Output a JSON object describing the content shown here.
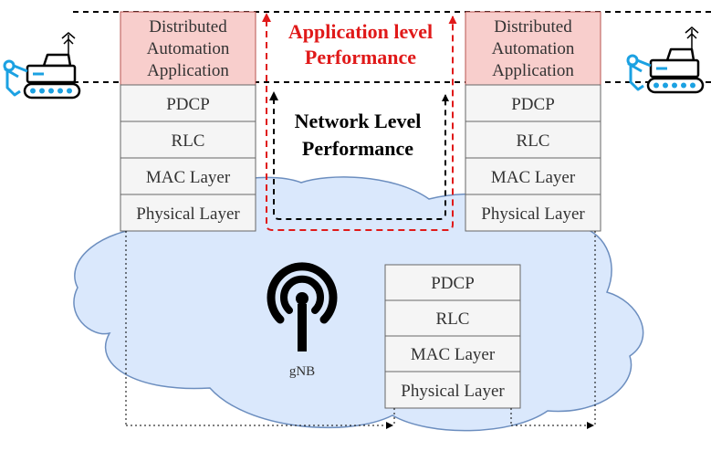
{
  "left_stack": {
    "app_lines": [
      "Distributed",
      "Automation",
      "Application"
    ],
    "layers": [
      "PDCP",
      "RLC",
      "MAC Layer",
      "Physical Layer"
    ]
  },
  "right_stack": {
    "app_lines": [
      "Distributed",
      "Automation",
      "Application"
    ],
    "layers": [
      "PDCP",
      "RLC",
      "MAC Layer",
      "Physical Layer"
    ]
  },
  "gnb_stack": {
    "layers": [
      "PDCP",
      "RLC",
      "MAC Layer",
      "Physical Layer"
    ]
  },
  "gnb_label": "gNB",
  "app_perf_lines": [
    "Application level",
    "Performance"
  ],
  "net_perf_lines": [
    "Network Level",
    "Performance"
  ],
  "colors": {
    "app_fill": "#f8cecc",
    "layer_fill": "#f5f5f5",
    "cloud_fill": "#dae8fc",
    "app_perf": "#e01919",
    "excavator": "#1ba1e2"
  },
  "icons": [
    "excavator-icon",
    "excavator-icon",
    "antenna-icon"
  ]
}
